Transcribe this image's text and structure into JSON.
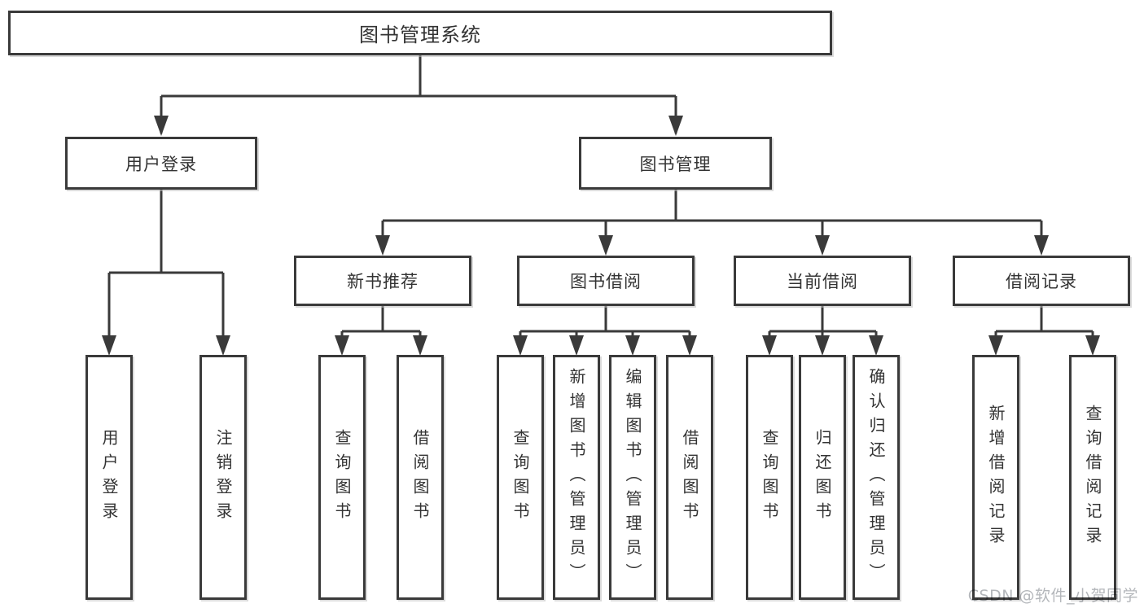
{
  "root": {
    "label": "图书管理系统"
  },
  "level2": {
    "user_login": {
      "label": "用户登录"
    },
    "book_mgmt": {
      "label": "图书管理"
    }
  },
  "level3": {
    "new_books": {
      "label": "新书推荐"
    },
    "borrowing": {
      "label": "图书借阅"
    },
    "current": {
      "label": "当前借阅"
    },
    "records": {
      "label": "借阅记录"
    }
  },
  "leaves": {
    "user_login": [
      "用户登录",
      "注销登录"
    ],
    "new_books": [
      "查询图书",
      "借阅图书"
    ],
    "borrowing": [
      "查询图书",
      "新增图书（管理员）",
      "编辑图书（管理员）",
      "借阅图书"
    ],
    "current": [
      "查询图书",
      "归还图书",
      "确认归还（管理员）"
    ],
    "records": [
      "新增借阅记录",
      "查询借阅记录"
    ]
  },
  "watermark": {
    "text": "CSDN @软件_小贺同学"
  },
  "colors": {
    "line": "#3a3a3a",
    "text": "#333333",
    "box_background": "#ffffff",
    "watermark": "#b4b7bb",
    "background": "#ffffff"
  }
}
